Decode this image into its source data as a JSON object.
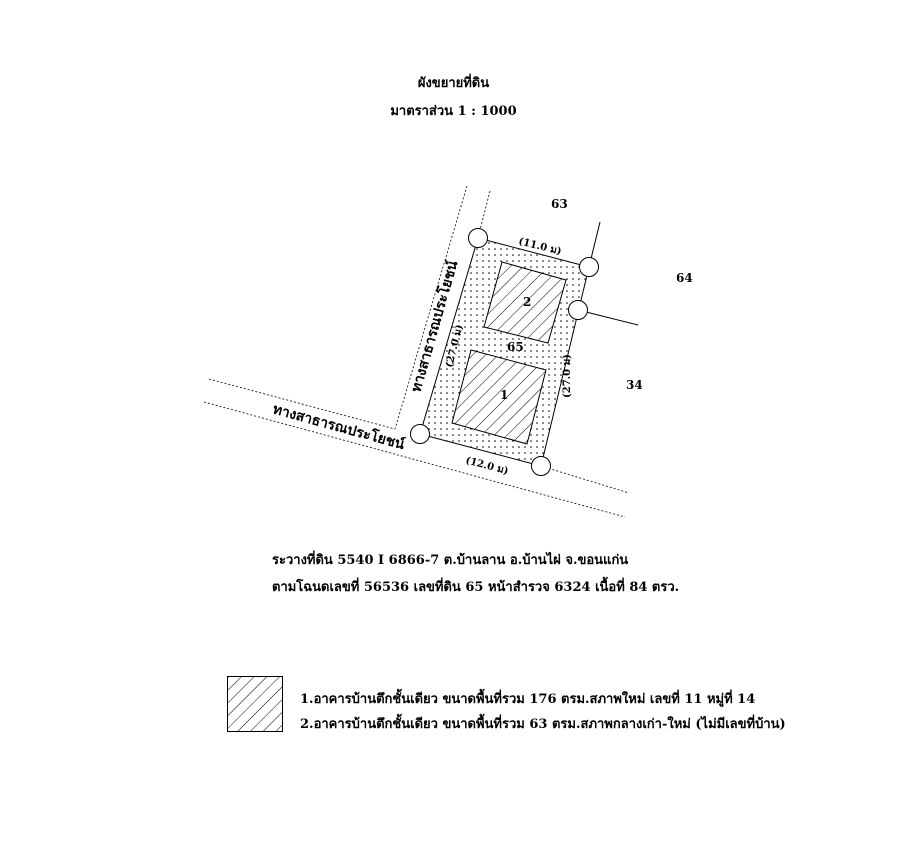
{
  "header": {
    "title": "ผังขยายที่ดิน",
    "scale": "มาตราส่วน 1 : 1000"
  },
  "map": {
    "road_horizontal_label": "ทางสาธารณประโยชน์",
    "road_vertical_label": "ทางสาธารณประโยชน์",
    "dim_top": "(11.0 ม)",
    "dim_bottom": "(12.0 ม)",
    "dim_left": "(27.0 ม)",
    "dim_right": "(27.0 ม)",
    "parcel_number": "65",
    "building_1": "1",
    "building_2": "2",
    "neighbor_north": "63",
    "neighbor_east": "64",
    "neighbor_southeast": "34"
  },
  "info": {
    "line1": "ระวางที่ดิน 5540 I 6866-7   ต.บ้านลาน อ.บ้านไผ่  จ.ขอนแก่น",
    "line2": "ตามโฉนดเลขที่ 56536  เลขที่ดิน 65 หน้าสำรวจ 6324  เนื้อที่ 84 ตรว."
  },
  "legend": {
    "items": [
      "1.อาคารบ้านตึกชั้นเดียว ขนาดพื้นที่รวม 176 ตรม.สภาพใหม่ เลขที่ 11 หมู่ที่ 14",
      "2.อาคารบ้านตึกชั้นเดียว ขนาดพื้นที่รวม 63 ตรม.สภาพกลางเก่า-ใหม่ (ไม่มีเลขที่บ้าน)"
    ]
  }
}
